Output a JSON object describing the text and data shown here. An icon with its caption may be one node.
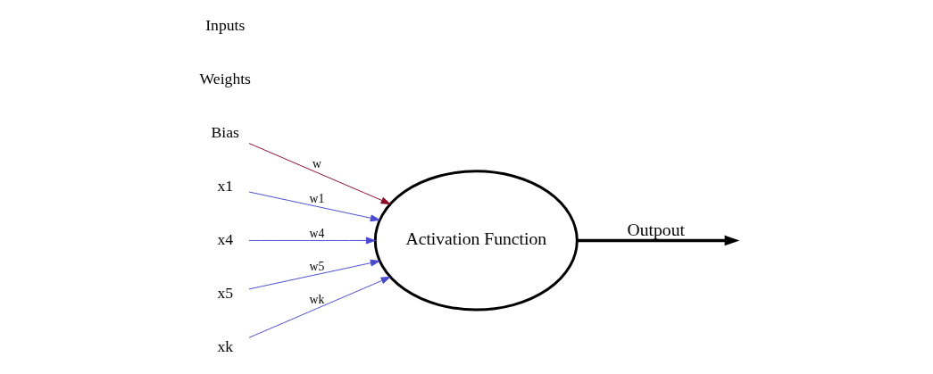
{
  "diagram": {
    "nodes": [
      {
        "text": [
          "Bias"
        ]
      },
      {
        "text": [
          "x1"
        ]
      },
      {
        "text": [
          "x4"
        ]
      },
      {
        "text": [
          "x5"
        ]
      },
      {
        "text": [
          "xk"
        ]
      },
      {
        "text": [
          "Activation Function"
        ]
      }
    ],
    "edges": [
      {
        "from": 0,
        "to": 5,
        "arrow": "to",
        "label": "w",
        "color": "#8b0a2a"
      },
      {
        "from": 1,
        "to": 5,
        "arrow": "to",
        "label": "w1"
      },
      {
        "from": 2,
        "to": 5,
        "arrow": "to",
        "label": "w4"
      },
      {
        "from": 3,
        "to": 5,
        "arrow": "to",
        "label": "w5"
      },
      {
        "from": 4,
        "to": 5,
        "arrow": "to",
        "label": "wk"
      },
      {
        "from": 5,
        "to": null,
        "arrow": "to",
        "label": "Outpout",
        "style": "thick",
        "color": "#000000"
      }
    ],
    "labels": [
      "Weights",
      "Inputs"
    ]
  }
}
